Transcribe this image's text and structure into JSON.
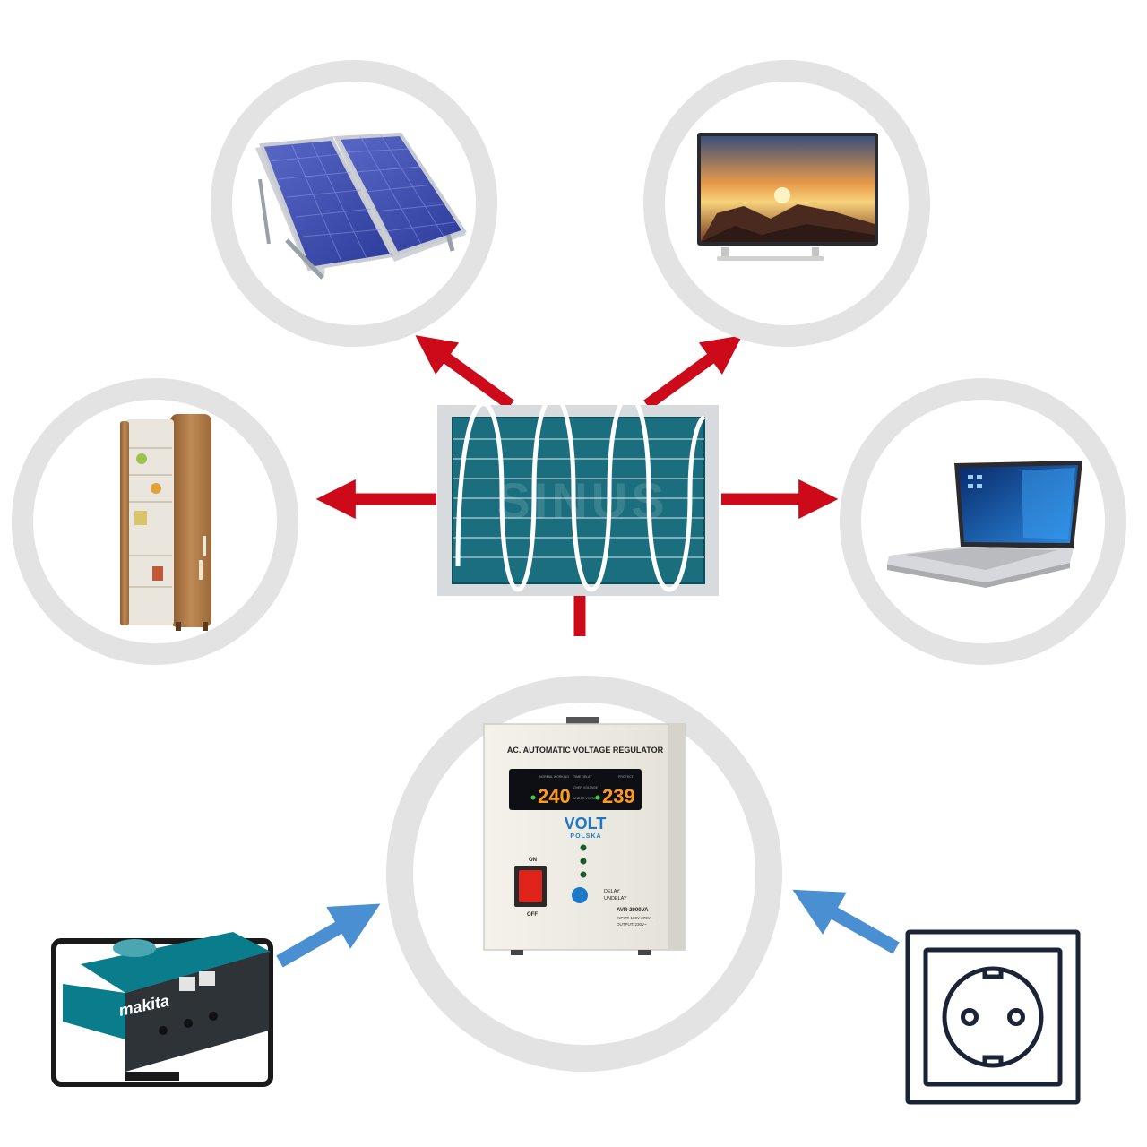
{
  "scope": {
    "watermark": "SINUS"
  },
  "regulator": {
    "title": "AC. AUTOMATIC VOLTAGE REGULATOR",
    "display_input": "240",
    "display_output": "239",
    "brand": "VOLT",
    "brand_sub": "POLSKA",
    "switch_on": "ON",
    "switch_off": "OFF",
    "model": "AVR-2000VA",
    "input_spec": "INPUT: 160V-270V~",
    "output_spec": "OUTPUT: 230V~",
    "delay_label": "DELAY",
    "undelay_label": "UNDELAY",
    "ind_normal": "NORMAL WORKING",
    "ind_delay": "TIME DELAY",
    "ind_over": "OVER VOLTAGE",
    "ind_under": "UNDER VOLTAGE",
    "ind_protect": "PROTECT"
  },
  "generator": {
    "brand": "makita"
  },
  "colors": {
    "ring": "#e3e3e3",
    "output_arrow": "#cc0a1a",
    "input_arrow": "#4a8fd2",
    "scope_bg": "#1a6e7e",
    "scope_frame": "#d8dbdd"
  }
}
